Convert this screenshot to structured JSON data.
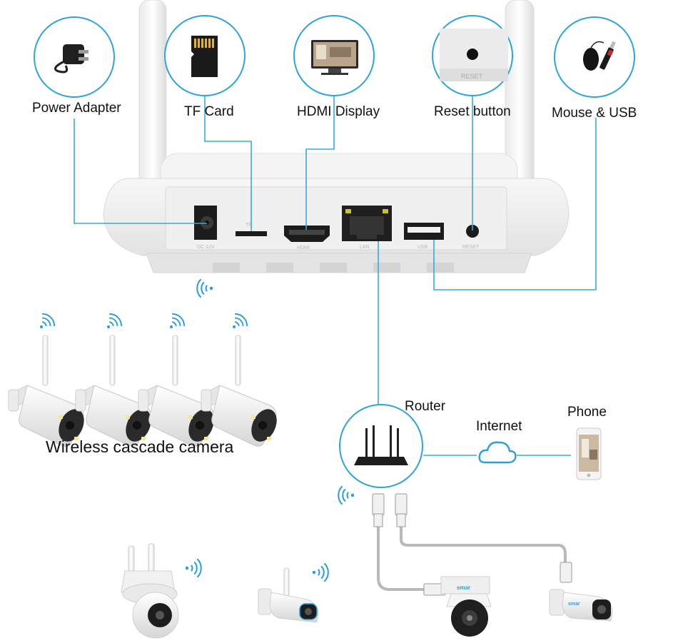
{
  "labels": {
    "power_adapter": "Power Adapter",
    "tf_card": "TF Card",
    "hdmi_display": "HDMI Display",
    "reset_button": "Reset button",
    "mouse_usb": "Mouse & USB",
    "wireless_cascade_camera": "Wireless cascade camera",
    "router": "Router",
    "internet": "Internet",
    "phone": "Phone"
  },
  "ports": {
    "dc": "DC 12V",
    "tf": "TF",
    "hdmi": "HDMI",
    "lan": "LAN",
    "usb": "USB",
    "reset": "RESET"
  },
  "inset_reset_text": "RESET",
  "brand": "smar",
  "colors": {
    "connector_line": "#3aa8e0",
    "circle_border": "#2ea3dc",
    "cloud": "#2b9fdc",
    "wifi": "#2b9fdc",
    "nvr_body": "#f2f2f2"
  },
  "icons": {
    "power_adapter": "power-adapter-icon",
    "tf_card": "tf-card-icon",
    "hdmi_display": "monitor-icon",
    "reset": "reset-button-icon",
    "mouse_usb": "mouse-usb-icon",
    "router": "router-icon",
    "internet": "cloud-icon",
    "phone": "phone-icon"
  }
}
